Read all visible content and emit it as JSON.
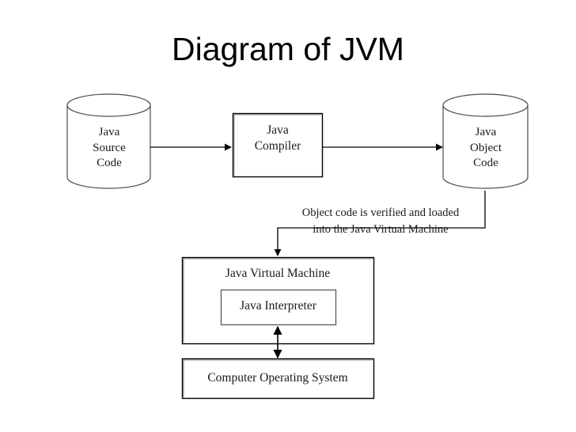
{
  "slide": {
    "title": "Diagram of JVM",
    "background_color": "#ffffff",
    "stroke_color": "#000000",
    "text_color": "#1a1a1a",
    "inner_border_color": "#808080"
  },
  "nodes": {
    "source_code": {
      "shape": "cylinder",
      "label": "Java\nSource\nCode"
    },
    "compiler": {
      "shape": "rectangle",
      "label": "Java\nCompiler"
    },
    "object_code": {
      "shape": "cylinder",
      "label": "Java\nObject\nCode"
    },
    "jvm": {
      "shape": "rectangle",
      "label": "Java Virtual Machine"
    },
    "interpreter": {
      "shape": "rectangle",
      "label": "Java Interpreter"
    },
    "operating_system": {
      "shape": "rectangle",
      "label": "Computer Operating System"
    }
  },
  "annotations": {
    "verify_load": "Object code is verified and loaded\ninto the Java Virtual Machine"
  },
  "connectors": [
    {
      "name": "source-to-compiler",
      "from": "source_code",
      "to": "compiler",
      "arrow": "single"
    },
    {
      "name": "compiler-to-object",
      "from": "compiler",
      "to": "object_code",
      "arrow": "single"
    },
    {
      "name": "object-to-jvm",
      "from": "object_code",
      "to": "jvm",
      "arrow": "single"
    },
    {
      "name": "interpreter-to-os",
      "from": "interpreter",
      "to": "operating_system",
      "arrow": "double"
    }
  ]
}
